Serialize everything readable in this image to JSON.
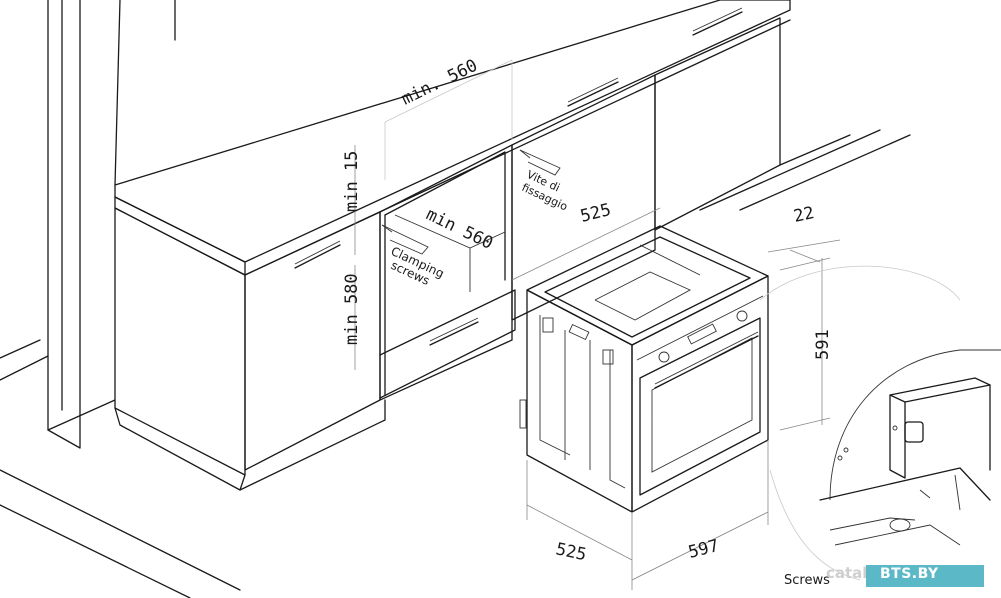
{
  "labels": {
    "min_560_top": "min. 560",
    "min_15": "min 15",
    "min_580": "min 580",
    "min_560_inner": "min 560",
    "vite_line1": "Vite di",
    "vite_line2": "fissaggio",
    "clamping_line1": "Clamping",
    "clamping_line2": "screws",
    "dim_525_top": "525",
    "dim_22": "22",
    "dim_591": "591",
    "dim_525_bottom": "525",
    "dim_597": "597",
    "screws": "Screws"
  },
  "watermark": {
    "prefix": "catal",
    "brand": "BTS.BY",
    "color": "#5bb8c6"
  }
}
